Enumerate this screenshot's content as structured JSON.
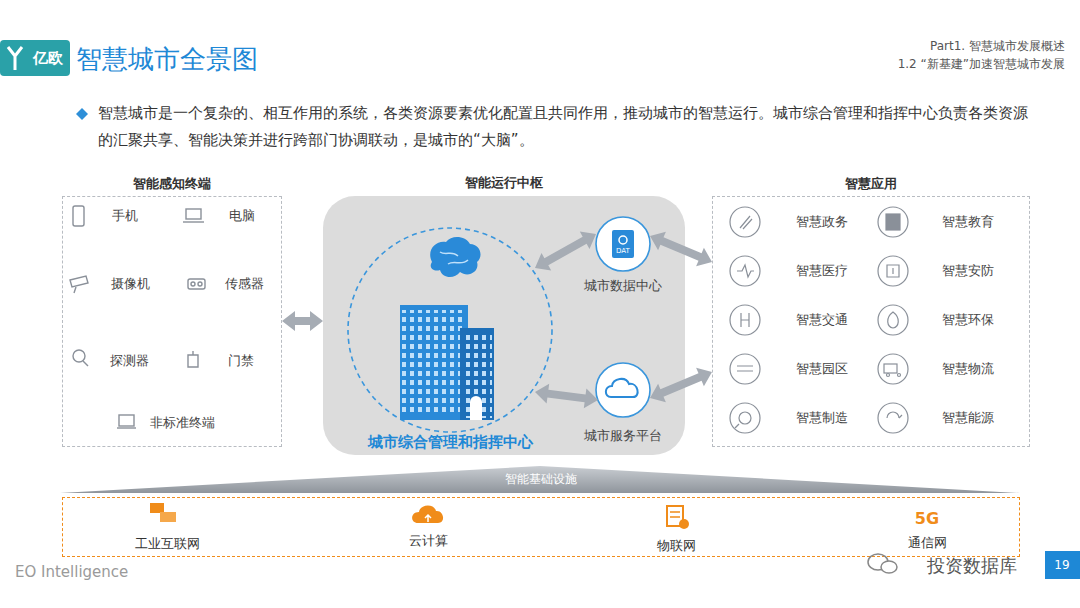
{
  "diagram": {
    "title": "智慧城市全景图",
    "nodes": [
      {
        "text": [
          "智能感知终端"
        ]
      },
      {
        "text": [
          "智能运行中枢"
        ]
      },
      {
        "text": [
          "城市综合管理和指挥中心"
        ],
        "in": 1
      },
      {
        "text": [
          "城市数据中心"
        ],
        "in": 1
      },
      {
        "text": [
          "城市服务平台"
        ],
        "in": 1
      },
      {
        "text": [
          "智慧应用"
        ]
      },
      {
        "text": [
          "智能基础设施"
        ]
      }
    ],
    "edges": [
      {
        "from": 0,
        "to": 1,
        "arrow": "both"
      },
      {
        "from": 2,
        "to": 3,
        "arrow": "both"
      },
      {
        "from": 2,
        "to": 4,
        "arrow": "both"
      },
      {
        "from": 3,
        "to": 5,
        "arrow": "both"
      },
      {
        "from": 4,
        "to": 5,
        "arrow": "both"
      }
    ],
    "labels": [
      "亿欧",
      "Part1. 智慧城市发展概述",
      "1.2 “新基建”加速智慧城市发展",
      "智慧城市是一个复杂的、相互作用的系统，各类资源要素优化配置且共同作用，推动城市的智慧运行。城市综合管理和指挥中心负责各类资源的汇聚共享、智能决策并进行跨部门协调联动，是城市的“大脑”。",
      "手机",
      "电脑",
      "摄像机",
      "传感器",
      "探测器",
      "门禁",
      "非标准终端",
      "DAT",
      "智慧政务",
      "智慧教育",
      "智慧医疗",
      "智慧安防",
      "智慧交通",
      "智慧环保",
      "智慧园区",
      "智慧物流",
      "智慧制造",
      "智慧能源",
      "工业互联网",
      "云计算",
      "物联网",
      "5G",
      "通信网",
      "EO Intelligence",
      "投资数据库",
      "19"
    ]
  }
}
